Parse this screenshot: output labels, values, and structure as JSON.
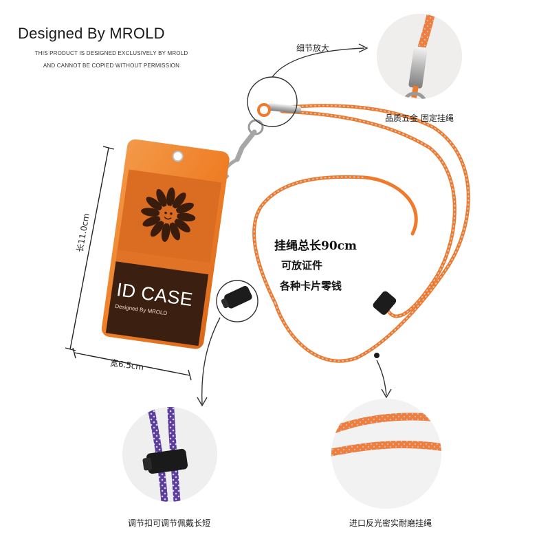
{
  "brand": {
    "title": "Designed By MROLD",
    "subtitle_line1": "THIS PRODUCT IS DESIGNED EXCLUSIVELY BY MROLD",
    "subtitle_line2": "AND CANNOT BE COPIED WITHOUT PERMISSION"
  },
  "card": {
    "title": "ID CASE",
    "designer": "Designed By MROLD",
    "height_label": "长11.0cm",
    "width_label": "宽6.5cm"
  },
  "specs": {
    "line1": "挂绳总长90cm",
    "line2": "可放证件",
    "line3": "各种卡片零钱"
  },
  "callouts": {
    "zoom_label": "细节放大",
    "hardware_caption": "品质五金 固定挂绳",
    "adjuster_caption": "调节扣可调节佩戴长短",
    "rope_caption": "进口反光密实耐磨挂绳"
  },
  "colors": {
    "orange": "#f07a2c",
    "card_dark": "#3a1e0e",
    "purple": "#5a3c9a"
  }
}
